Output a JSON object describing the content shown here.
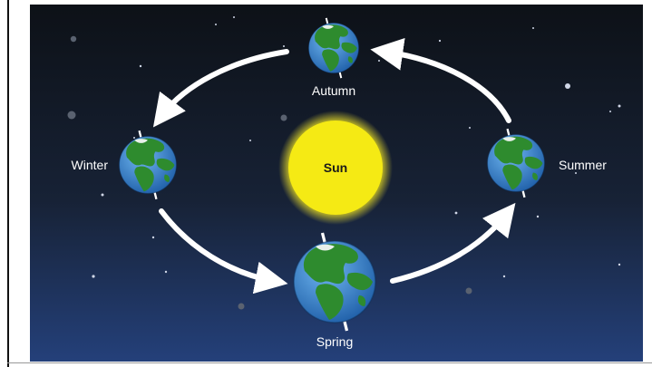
{
  "diagram": {
    "center_label": "Sun",
    "seasons": {
      "autumn": "Autumn",
      "winter": "Winter",
      "spring": "Spring",
      "summer": "Summer"
    },
    "colors": {
      "sky_top": "#0d1117",
      "sky_bottom": "#24407a",
      "sun": "#f5ea14",
      "ocean": "#2f7fce",
      "land": "#2e8b2e",
      "arrow": "#ffffff"
    }
  }
}
